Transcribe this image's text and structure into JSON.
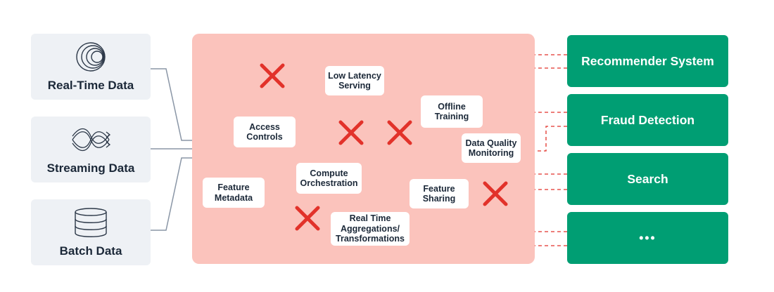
{
  "sources": [
    {
      "label": "Real-Time Data",
      "icon": "concentric-circles-icon"
    },
    {
      "label": "Streaming Data",
      "icon": "streaming-waves-icon"
    },
    {
      "label": "Batch Data",
      "icon": "database-icon"
    }
  ],
  "nodes": {
    "low_latency_serving": "Low Latency\nServing",
    "offline_training": "Offline\nTraining",
    "access_controls": "Access\nControls",
    "data_quality_monitoring": "Data Quality\nMonitoring",
    "compute_orchestration": "Compute\nOrchestration",
    "feature_metadata": "Feature\nMetadata",
    "feature_sharing": "Feature\nSharing",
    "real_time_aggregations": "Real Time\nAggregations/\nTransformations"
  },
  "destinations": [
    {
      "label": "Recommender System"
    },
    {
      "label": "Fraud Detection"
    },
    {
      "label": "Search"
    },
    {
      "label": "•••"
    }
  ],
  "colors": {
    "source_bg": "#eef1f5",
    "panel_bg": "#fbc3bc",
    "destination_bg": "#009e73",
    "solid_line": "#8a96a6",
    "dashed_line": "#e2322a",
    "cross": "#e2322a"
  }
}
